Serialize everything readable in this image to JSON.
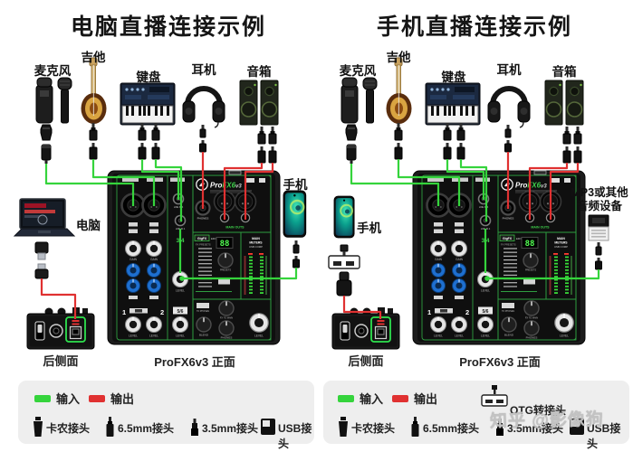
{
  "colors": {
    "input_green": "#35d43c",
    "output_red": "#e03131",
    "mixer_trim_green": "#2f9e41"
  },
  "watermark": "知乎 @影像狗",
  "front_caption": "ProFX6v3 正面",
  "rear_caption": "后侧面",
  "mixer": {
    "brand_pro": "Pro",
    "brand_fx": "FX6",
    "brand_v": "v3",
    "ch1": "1",
    "ch2": "2",
    "ch34": "3/4",
    "ch56": "5/6",
    "gain": "GAIN",
    "level": "LEVEL",
    "line_in3": "LINE IN 3",
    "line_in4": "LINE IN 4",
    "phones": "PHONES",
    "main_outs": "MAIN OUTS",
    "gigfx": "GigFX",
    "fx_engine": "EFFECTS ENGINE",
    "fx_presets": "FX PRESETS",
    "display": "88",
    "presets": "PRESETS",
    "meters_1": "MAIN",
    "meters_2": "METERS",
    "meters_3": "USB COMP",
    "to_phones": "TO PHONES",
    "blend": "BLEND",
    "fx_to_main": "FX TO MAIN",
    "phones_knob": "PHONES",
    "power": "POWER"
  },
  "panels": [
    {
      "title": "电脑直播连接示例",
      "devices": [
        {
          "label": "麦克风",
          "connector": "卡农接头"
        },
        {
          "label": "吉他",
          "connector": "6.5mm接头"
        },
        {
          "label": "键盘",
          "connector": "6.5mm接头"
        },
        {
          "label": "耳机",
          "connector": "3.5mm接头"
        },
        {
          "label": "音箱",
          "connector": "6.5mm接头"
        }
      ],
      "computer_label": "电脑",
      "phone_label": "手机",
      "legend": {
        "input": "输入",
        "output": "输出",
        "items": [
          "卡农接头",
          "6.5mm接头",
          "3.5mm接头",
          "USB接头"
        ]
      }
    },
    {
      "title": "手机直播连接示例",
      "devices": [
        {
          "label": "麦克风",
          "connector": "卡农接头"
        },
        {
          "label": "吉他",
          "connector": "6.5mm接头"
        },
        {
          "label": "键盘",
          "connector": "6.5mm接头"
        },
        {
          "label": "耳机",
          "connector": "3.5mm接头"
        },
        {
          "label": "音箱",
          "connector": "6.5mm接头"
        }
      ],
      "phone_label": "手机",
      "mp3_label_line1": "MP3或其他",
      "mp3_label_line2": "音频设备",
      "legend": {
        "input": "输入",
        "output": "输出",
        "otg": "OTG转接头",
        "items": [
          "卡农接头",
          "6.5mm接头",
          "3.5mm接头",
          "USB接头"
        ]
      }
    }
  ]
}
